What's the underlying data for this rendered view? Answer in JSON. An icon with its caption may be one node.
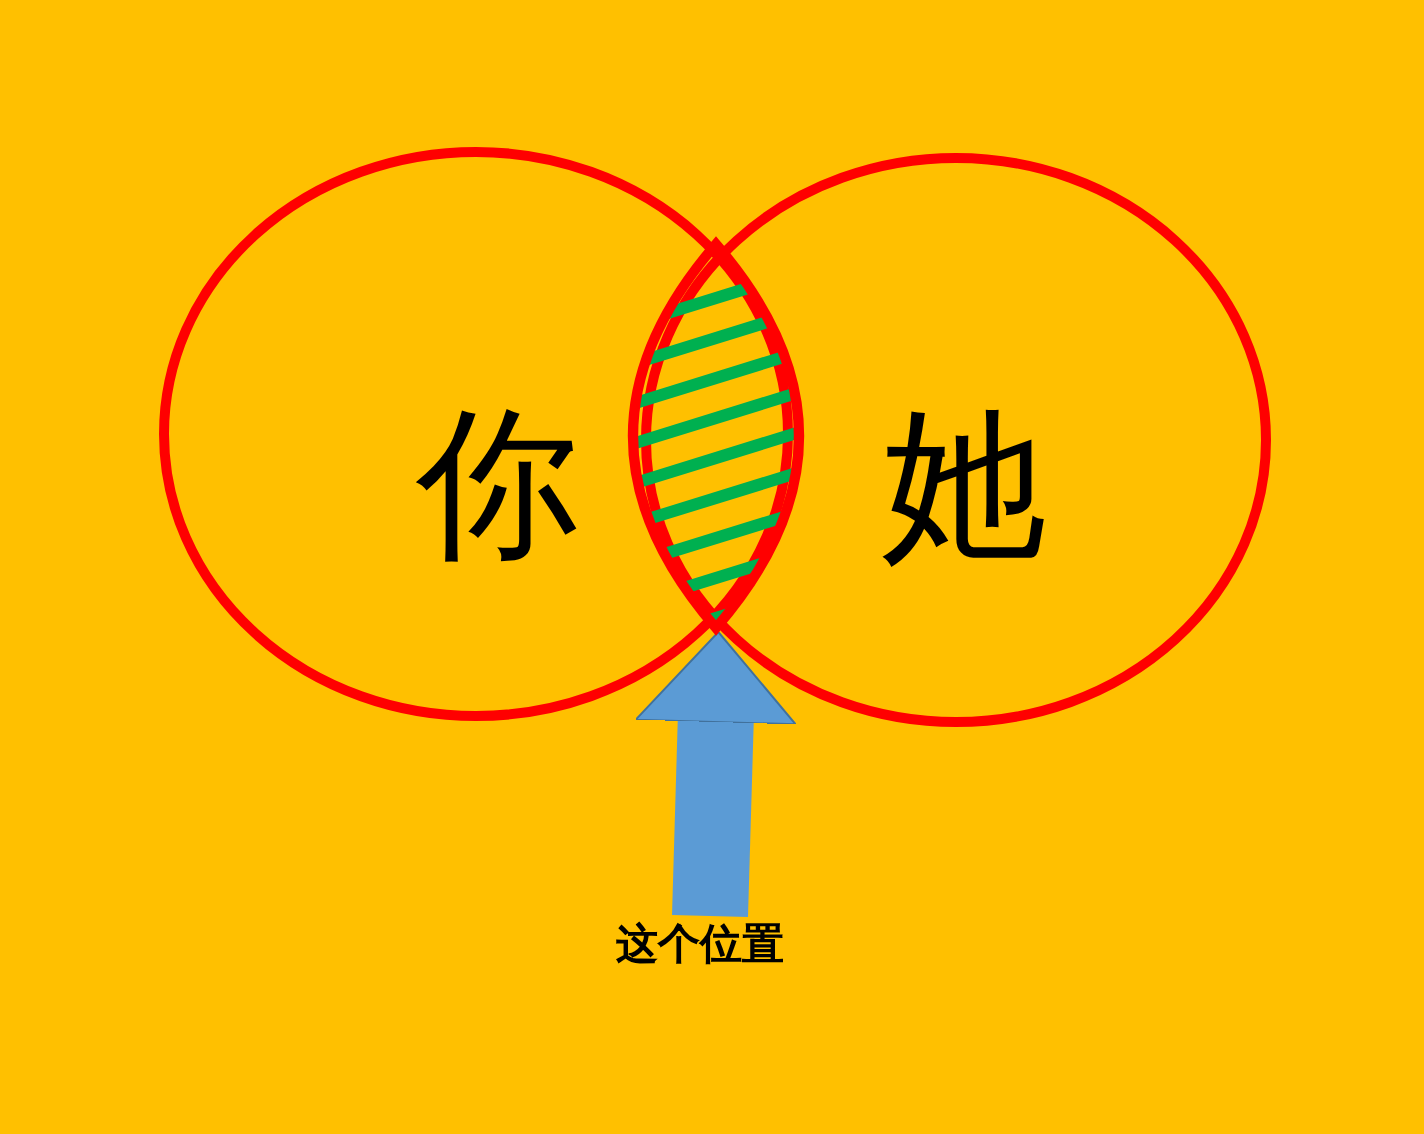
{
  "diagram": {
    "nodes": [
      {
        "text": [
          "你"
        ]
      },
      {
        "text": [
          "她"
        ]
      },
      {
        "text": [],
        "shape": "lens"
      },
      {
        "text": [
          "这个位置"
        ]
      }
    ],
    "edges": [
      {
        "from": 3,
        "to": 2,
        "arrow": "to"
      }
    ]
  }
}
